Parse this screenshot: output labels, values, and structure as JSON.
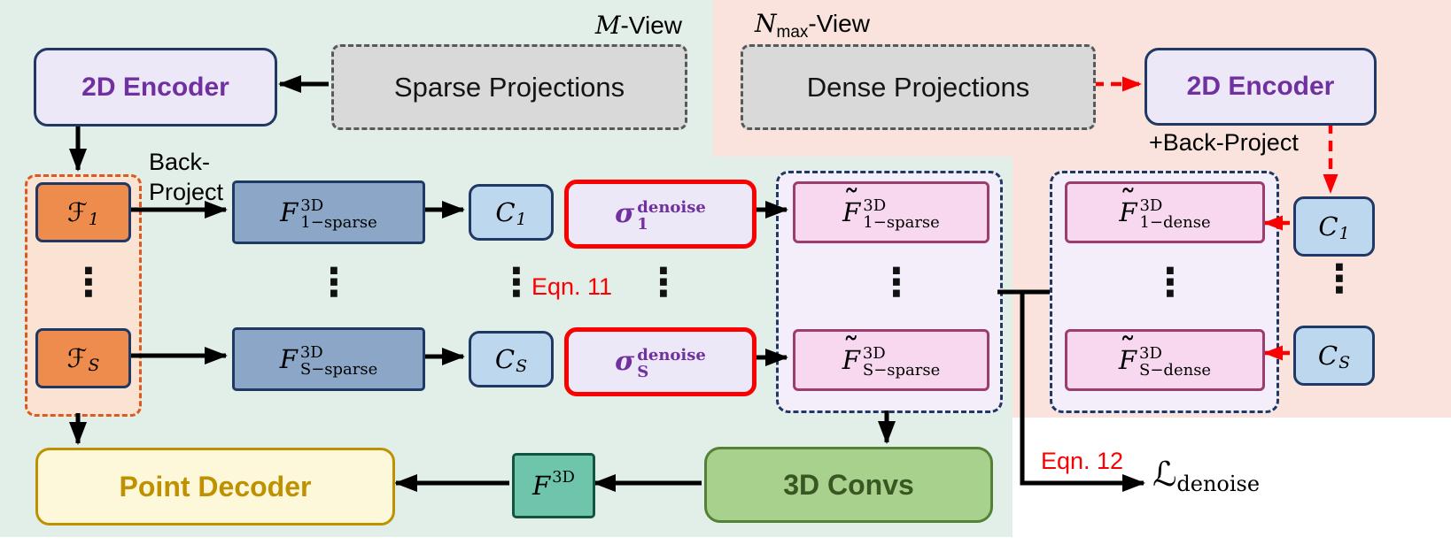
{
  "palette": {
    "mint_bg": "#e1efe8",
    "pink_bg": "#fae3dc",
    "navy": "#1f3864",
    "purple": "#7030a0",
    "red": "#fa0000",
    "olive": "#bf9000",
    "green_dark": "#385723"
  },
  "top": {
    "encoder_left": "2D Encoder",
    "m_view": {
      "it": "M",
      "rest": "-View"
    },
    "sparse_projections": "Sparse Projections",
    "n_view": {
      "it": "N",
      "sub": "max",
      "rest": "-View"
    },
    "dense_projections": "Dense Projections",
    "encoder_right": "2D Encoder",
    "back_project_right": "+Back-Project"
  },
  "left_column": {
    "back_project_line1": "Back-",
    "back_project_line2": "Project",
    "f_1": {
      "base": "ℱ",
      "sub": "1"
    },
    "f_S": {
      "base": "ℱ",
      "sub": "S"
    }
  },
  "pipeline": {
    "f3d_1_sparse": {
      "base": "F",
      "sup": "3D",
      "sub": "1−sparse"
    },
    "f3d_S_sparse": {
      "base": "F",
      "sup": "3D",
      "sub": "S−sparse"
    },
    "c_1": {
      "base": "C",
      "sub": "1"
    },
    "c_S": {
      "base": "C",
      "sub": "S"
    },
    "sigma_1": {
      "base": "σ",
      "sup": "denoise",
      "sub": "1"
    },
    "sigma_S": {
      "base": "σ",
      "sup": "denoise",
      "sub": "S"
    },
    "eqn11": "Eqn. 11",
    "ft3d_1_sparse": {
      "base": "F",
      "sup": "3D",
      "sub": "1−sparse"
    },
    "ft3d_S_sparse": {
      "base": "F",
      "sup": "3D",
      "sub": "S−sparse"
    }
  },
  "dense_branch": {
    "ft3d_1_dense": {
      "base": "F",
      "sup": "3D",
      "sub": "1−dense"
    },
    "ft3d_S_dense": {
      "base": "F",
      "sup": "3D",
      "sub": "S−dense"
    },
    "c_1": {
      "base": "C",
      "sub": "1"
    },
    "c_S": {
      "base": "C",
      "sub": "S"
    }
  },
  "bottom": {
    "point_decoder": "Point Decoder",
    "f3d": {
      "base": "F",
      "sup": "3D"
    },
    "convs_3d": "3D Convs",
    "eqn12": "Eqn. 12",
    "loss": {
      "base": "ℒ",
      "sub": "denoise"
    }
  },
  "glyphs": {
    "vdots": "⋮",
    "tilde": "˜"
  }
}
